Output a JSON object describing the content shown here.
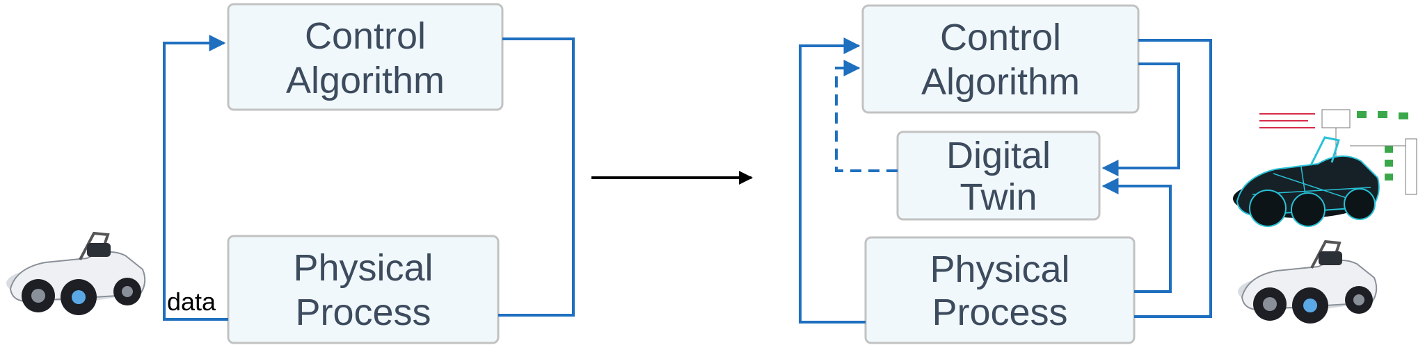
{
  "left": {
    "control_box": {
      "line1": "Control",
      "line2": "Algorithm"
    },
    "physical_box": {
      "line1": "Physical",
      "line2": "Process"
    },
    "data_label": "data"
  },
  "right": {
    "control_box": {
      "line1": "Control",
      "line2": "Algorithm"
    },
    "twin_box": {
      "line1": "Digital",
      "line2": "Twin"
    },
    "physical_box": {
      "line1": "Physical",
      "line2": "Process"
    }
  },
  "colors": {
    "flow": "#1f6fbf",
    "box_fill": "#f0f8fb",
    "box_border": "#c2c2c2",
    "box_text": "#3d4b5e",
    "transition_arrow": "#000000"
  },
  "icons": [
    "car-icon",
    "digital-twin-wireframe-icon",
    "schematic-icon"
  ]
}
